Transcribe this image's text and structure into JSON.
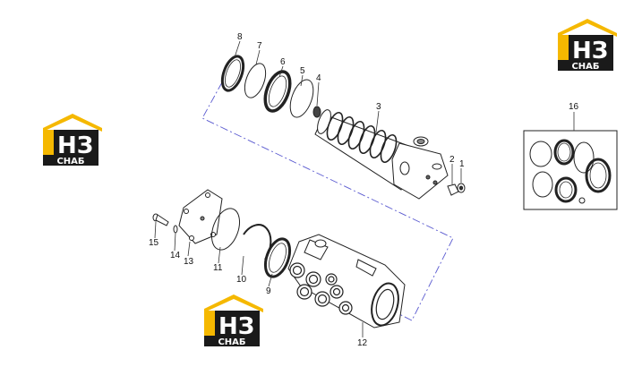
{
  "callouts": [
    "1",
    "2",
    "3",
    "4",
    "5",
    "6",
    "7",
    "8",
    "9",
    "10",
    "11",
    "12",
    "13",
    "14",
    "15",
    "16"
  ],
  "logo": {
    "main": "НЗ",
    "sub": "СНАБ"
  },
  "colors": {
    "logo_yellow": "#f5b800",
    "logo_black": "#1a1a1a",
    "outline": "#222222",
    "axis_line": "#5a5ad0",
    "leader": "#333333"
  }
}
